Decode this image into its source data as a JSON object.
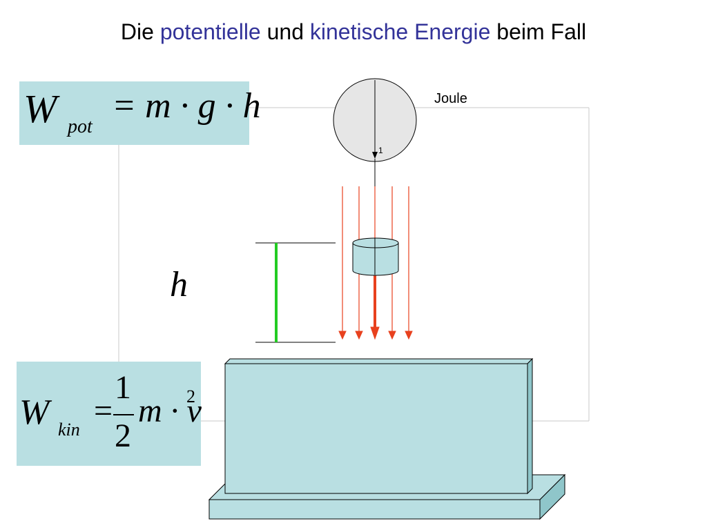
{
  "title": {
    "part1": "Die",
    "part2": "potentielle",
    "part3": "und",
    "part4": "kinetische Energie",
    "part5": "beim Fall"
  },
  "formulas": {
    "potential": {
      "W": "W",
      "sub": "pot",
      "rhs": "= m · g · h"
    },
    "kinetic": {
      "W": "W",
      "sub": "kin",
      "eq": "=",
      "num": "1",
      "den": "2",
      "rhs": "m · v",
      "exp": "2"
    }
  },
  "gauge": {
    "unit_label": "Joule",
    "tick_label": "1"
  },
  "height_label": "h",
  "colors": {
    "box_fill": "#b9dfe2",
    "title_highlight": "#333399",
    "arrow_red": "#e8411e",
    "height_green": "#22cc22",
    "gauge_fill": "#e6e6e6",
    "block_fill": "#b9dfe2"
  }
}
